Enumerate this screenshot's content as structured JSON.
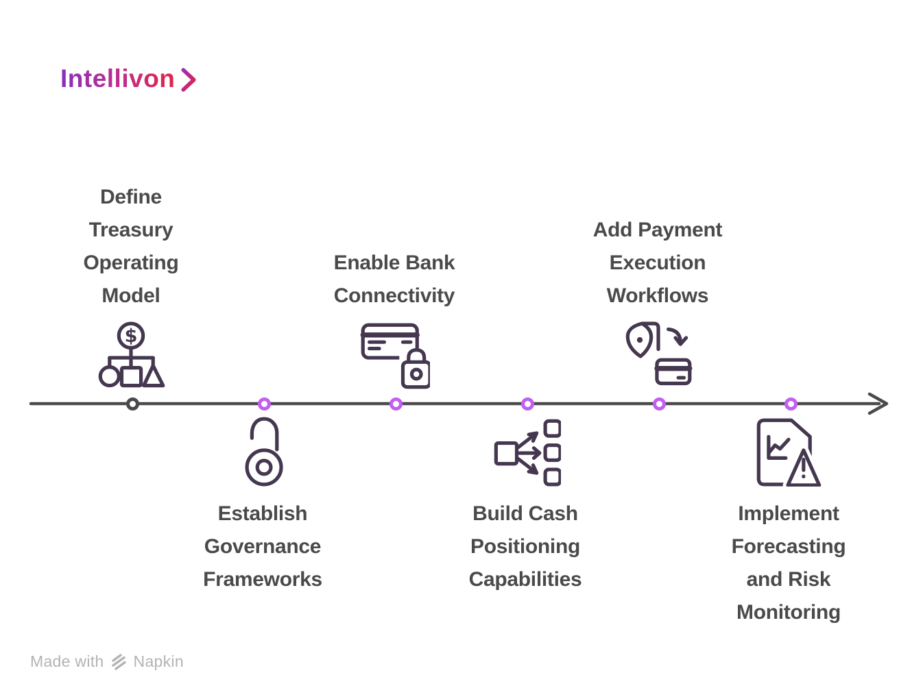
{
  "logo": {
    "text": "Intellivon"
  },
  "colors": {
    "icon_stroke": "#44374F",
    "timeline_line": "#4A4A4A",
    "node_start": "#4A4A4A",
    "node_accent": "#C25FF2",
    "label_text": "#4A4A4A",
    "logo_gradient_start": "#8A2FC0",
    "logo_gradient_end": "#E32249",
    "watermark_text": "#B3B3B3"
  },
  "timeline": {
    "direction": "left-to-right",
    "step_count": 6
  },
  "steps": [
    {
      "title": "Define\nTreasury\nOperating\nModel",
      "icon": "money-org-chart-icon",
      "side": "above",
      "node_color": "#4A4A4A"
    },
    {
      "title": "Establish\nGovernance\nFrameworks",
      "icon": "open-padlock-icon",
      "side": "below",
      "node_color": "#C25FF2"
    },
    {
      "title": "Enable Bank\nConnectivity",
      "icon": "credit-card-lock-icon",
      "side": "above",
      "node_color": "#C25FF2"
    },
    {
      "title": "Build Cash\nPositioning\nCapabilities",
      "icon": "fan-out-icon",
      "side": "below",
      "node_color": "#C25FF2"
    },
    {
      "title": "Add Payment\nExecution\nWorkflows",
      "icon": "wallet-transfer-icon",
      "side": "above",
      "node_color": "#C25FF2"
    },
    {
      "title": "Implement\nForecasting\nand Risk\nMonitoring",
      "icon": "document-chart-warning-icon",
      "side": "below",
      "node_color": "#C25FF2"
    }
  ],
  "watermark": {
    "prefix": "Made with",
    "brand": "Napkin"
  }
}
